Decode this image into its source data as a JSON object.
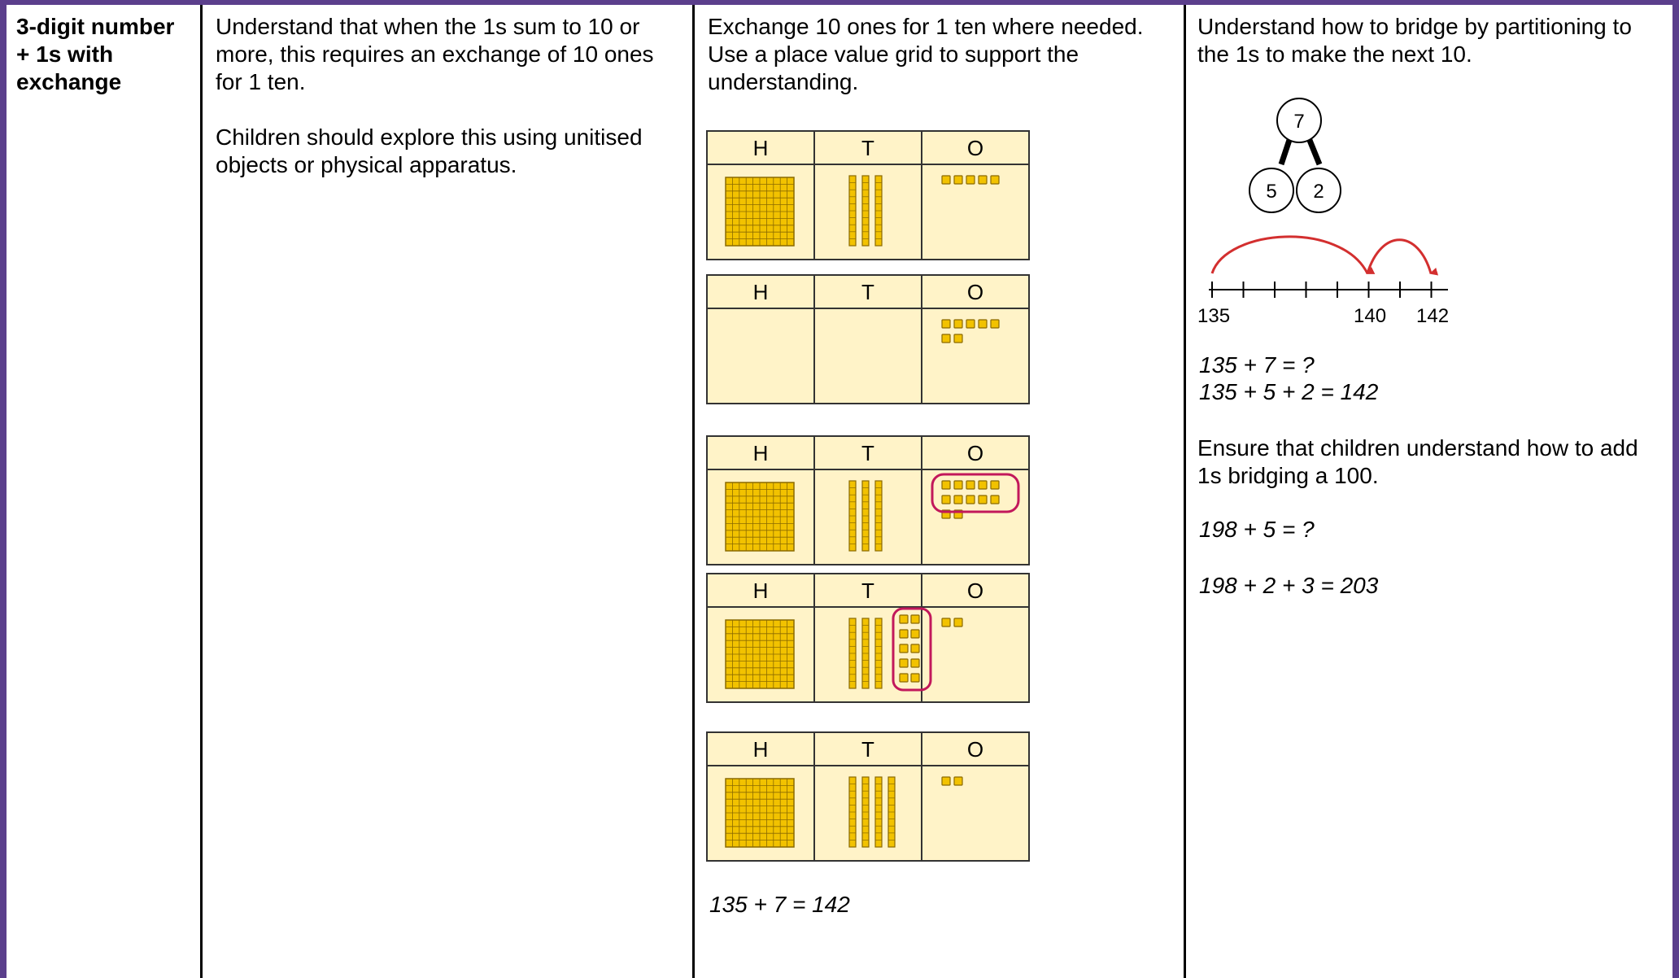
{
  "col1": {
    "title_lines": [
      "3-digit number",
      "+ 1s with",
      "exchange"
    ]
  },
  "col2": {
    "para1_lines": [
      "Understand that when the 1s sum to 10 or",
      "more, this requires an exchange of 10 ones",
      "for 1 ten."
    ],
    "para2_lines": [
      "Children should explore this using unitised",
      "objects or physical apparatus."
    ]
  },
  "col3": {
    "intro_lines": [
      "Exchange 10 ones for 1 ten where needed.",
      "Use a place value grid to support the",
      "understanding."
    ],
    "grid_headers": [
      "H",
      "T",
      "O"
    ],
    "equation": "135 + 7 = 142"
  },
  "col4": {
    "intro_lines": [
      "Understand how to bridge by partitioning to",
      "the 1s to make the next 10."
    ],
    "part_whole": {
      "whole": "7",
      "part_a": "5",
      "part_b": "2"
    },
    "number_line": {
      "start_label": "135",
      "mid_label": "140",
      "end_label": "142"
    },
    "eq1": "135 + 7 = ?",
    "eq2": "135 + 5 + 2 = 142",
    "ensure_lines": [
      "Ensure that children understand how to add",
      "1s bridging a 100."
    ],
    "eq3": "198 + 5 = ?",
    "eq4": "198 + 2 + 3 = 203"
  },
  "colors": {
    "border": "#5b3f8c",
    "grid_fill": "#fff3c8",
    "block": "#f2c200",
    "block_edge": "#8a6a00",
    "highlight": "#c2185b",
    "arrow": "#d32f2f"
  }
}
